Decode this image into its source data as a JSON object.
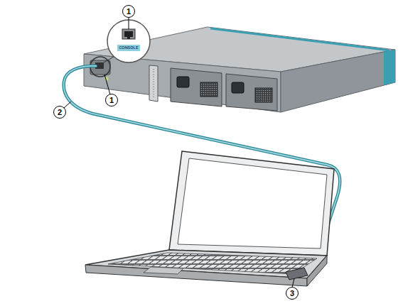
{
  "diagram": {
    "labels": [
      "1",
      "CONSOLE",
      "1",
      "2",
      "3"
    ]
  }
}
